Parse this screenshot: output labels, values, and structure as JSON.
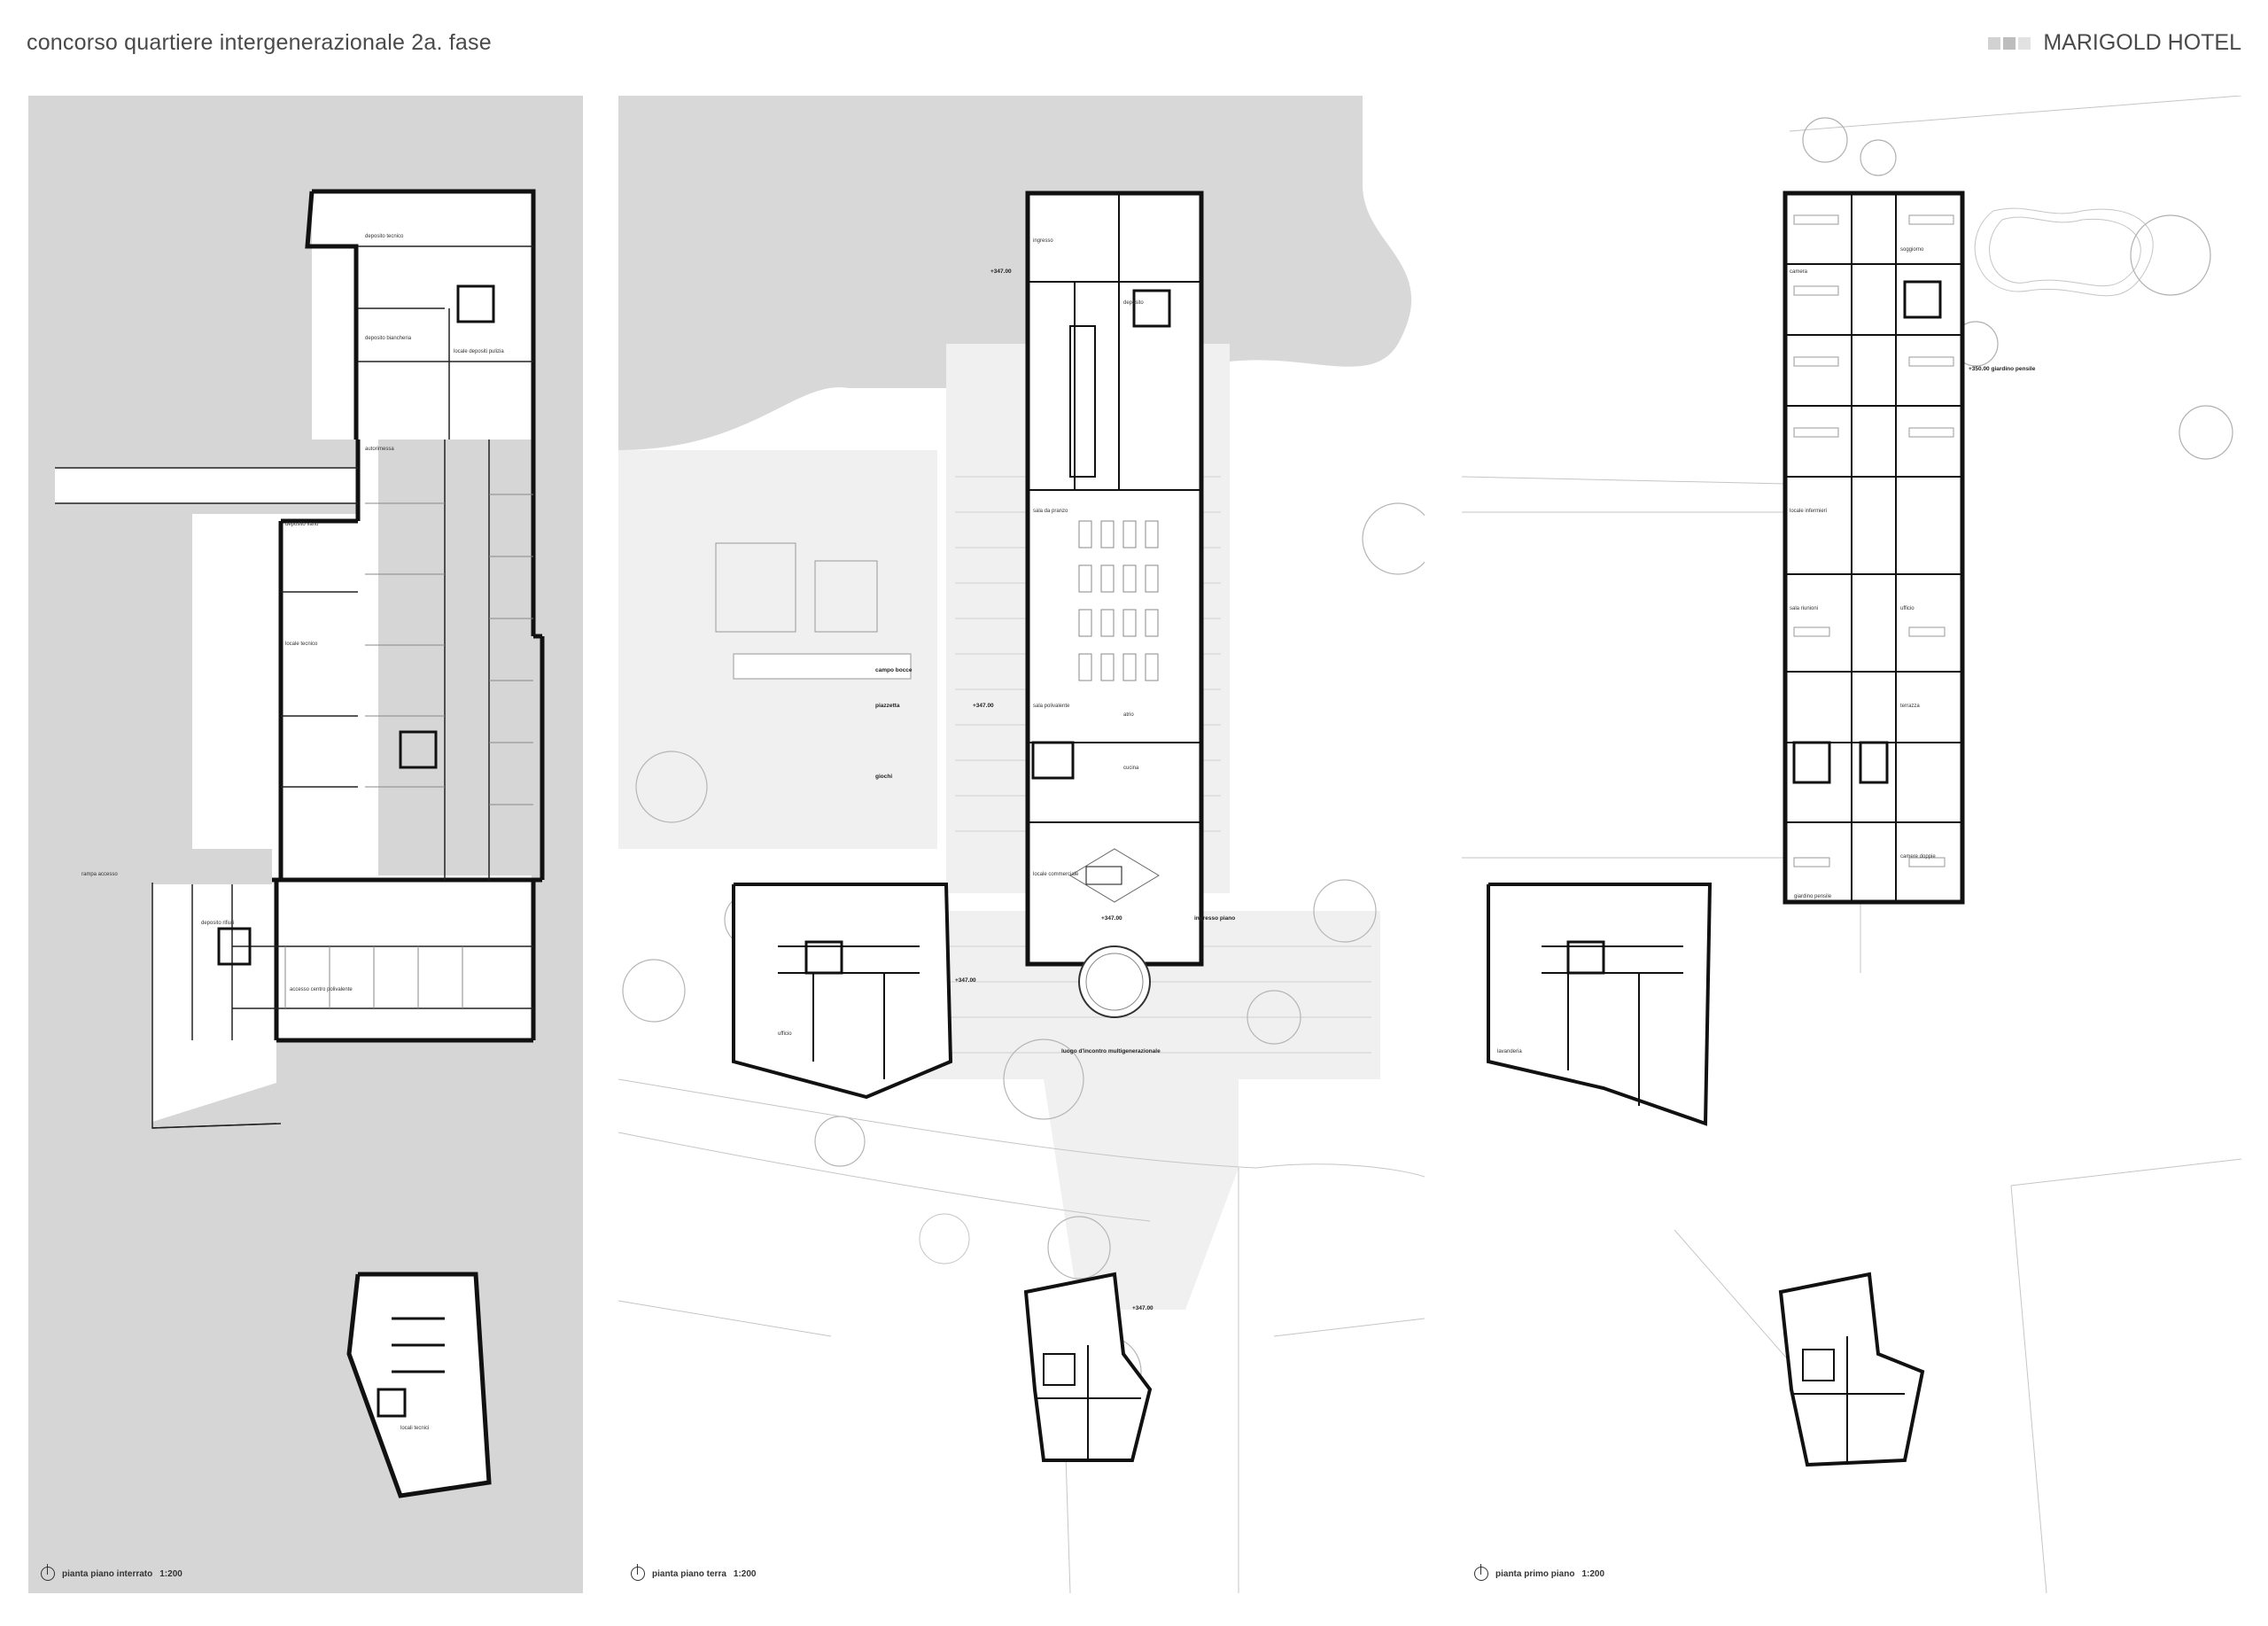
{
  "header": {
    "title": "concorso quartiere intergenerazionale 2a. fase",
    "brand": "MARIGOLD HOTEL"
  },
  "panels": [
    {
      "caption": "pianta piano interrato",
      "scale": "1:200",
      "labels": [
        "deposito tecnico",
        "deposito biancheria",
        "locale depositi pulizia",
        "deposito vario",
        "locale tecnico",
        "autorimessa",
        "deposito rifiuti",
        "accesso centro polivalente",
        "locali tecnici",
        "rampa accesso"
      ]
    },
    {
      "caption": "pianta piano terra",
      "scale": "1:200",
      "labels": [
        "ingresso",
        "deposito",
        "sala da pranzo",
        "sala polivalente",
        "piazzetta",
        "campo bocce",
        "giochi",
        "atrio",
        "cucina",
        "luogo d'incontro multigenerazionale",
        "ingresso piano",
        "locale commerciale",
        "ufficio"
      ],
      "levels": [
        "+347.00",
        "+347.00",
        "+347.00",
        "+347.00",
        "+347.00"
      ]
    },
    {
      "caption": "pianta primo piano",
      "scale": "1:200",
      "labels": [
        "soggiorno",
        "camera",
        "locale infermieri",
        "sala riunioni",
        "terrazza",
        "giardino pensile",
        "ufficio",
        "camere doppie",
        "lavanderia"
      ],
      "levels": [
        "+350.00 giardino pensile"
      ]
    }
  ]
}
